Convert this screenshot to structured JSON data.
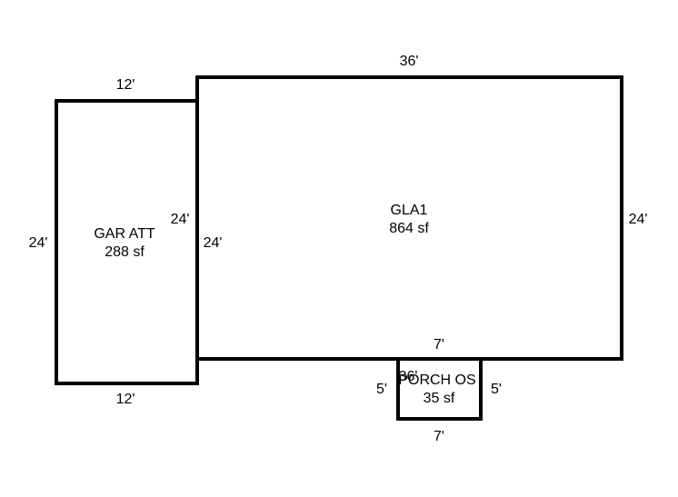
{
  "rooms": {
    "garage": {
      "name": "GAR ATT",
      "area": "288 sf"
    },
    "gla": {
      "name": "GLA1",
      "area": "864 sf"
    },
    "porch": {
      "name": "PORCH OS",
      "area": "35 sf"
    }
  },
  "dimensions": {
    "garage_top": "12'",
    "garage_bottom": "12'",
    "garage_left": "24'",
    "garage_right": "24'",
    "gla_top": "36'",
    "gla_right": "24'",
    "gla_left": "24'",
    "gla_bottom_overlap": "36'",
    "porch_top": "7'",
    "porch_bottom": "7'",
    "porch_left": "5'",
    "porch_right": "5'"
  },
  "colors": {
    "line": "#000000",
    "background": "#ffffff"
  }
}
